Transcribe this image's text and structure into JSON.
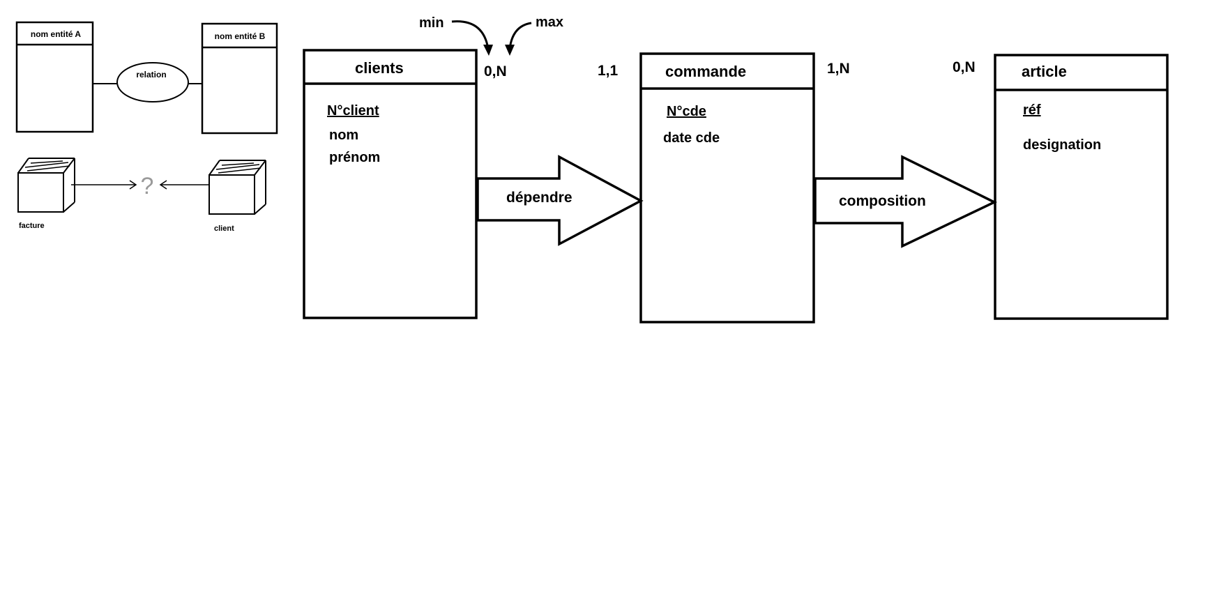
{
  "legend": {
    "entity_a": "nom entité A",
    "entity_b": "nom entité B",
    "relation": "relation",
    "question": "?",
    "object_left": "facture",
    "object_right": "client"
  },
  "cardinality_hint": {
    "min": "min",
    "max": "max"
  },
  "entities": {
    "clients": {
      "name": "clients",
      "identifier": "N°client",
      "attributes": [
        "nom",
        "prénom"
      ]
    },
    "commande": {
      "name": "commande",
      "identifier": "N°cde",
      "attributes": [
        "date cde"
      ]
    },
    "article": {
      "name": "article",
      "identifier": "réf",
      "attributes": [
        "designation"
      ]
    }
  },
  "relations": {
    "dependre": "dépendre",
    "composition": "composition"
  },
  "cardinalities": {
    "clients_dependre": "0,N",
    "commande_dependre": "1,1",
    "commande_composition": "1,N",
    "article_composition": "0,N"
  },
  "colors": {
    "stroke": "#000000",
    "background": "#ffffff"
  }
}
